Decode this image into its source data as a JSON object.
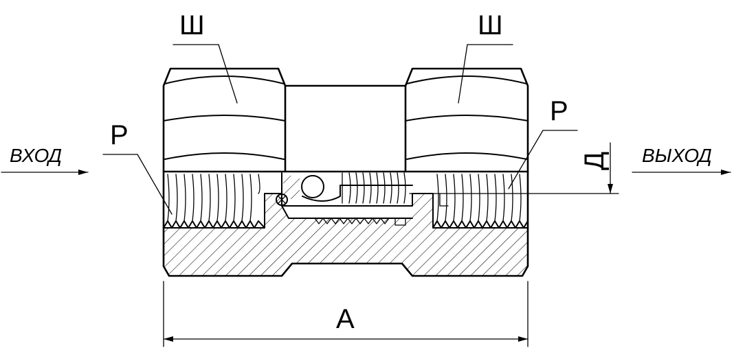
{
  "labels": {
    "wrench_left": "Ш",
    "wrench_right": "Ш",
    "thread_left": "Р",
    "thread_right": "Р",
    "diameter": "Д",
    "length": "А",
    "inlet": "ВХОД",
    "outlet": "ВЫХОД"
  },
  "colors": {
    "line": "#000000",
    "background": "#ffffff"
  }
}
